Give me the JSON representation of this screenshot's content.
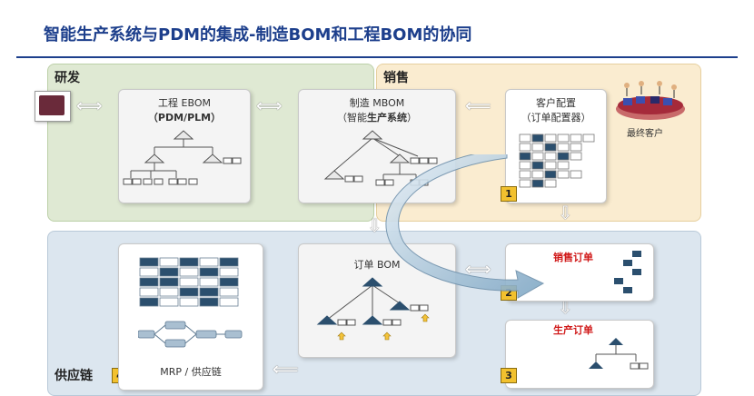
{
  "title": "智能生产系统与PDM的集成-制造BOM和工程BOM的协同",
  "zones": {
    "rd": "研发",
    "sales": "销售",
    "supply_chain": "供应链"
  },
  "cards": {
    "ebom": {
      "line1": "工程 EBOM",
      "line2": "（PDM/PLM）"
    },
    "mbom": {
      "line1": "制造 MBOM",
      "line2_pre": "（智能",
      "line2_bold": "生产系统",
      "line2_post": "）"
    },
    "configurator": {
      "line1": "客户配置",
      "line2": "（订单配置器）"
    },
    "customer": {
      "label": "最终客户"
    },
    "order_bom": {
      "label": "订单 BOM"
    },
    "mrp": {
      "label": "MRP / 供应链"
    },
    "sales_order": {
      "label": "销售订单"
    },
    "production_order": {
      "label": "生产订单"
    }
  },
  "badges": {
    "b1": "1",
    "b2": "2",
    "b3": "3",
    "b4": "4"
  },
  "colors": {
    "title": "#1d3f8c",
    "rule": "#1d3f8c",
    "order_red": "#d01818",
    "badge": "#f2c12e",
    "node": "#2b4f6e"
  }
}
